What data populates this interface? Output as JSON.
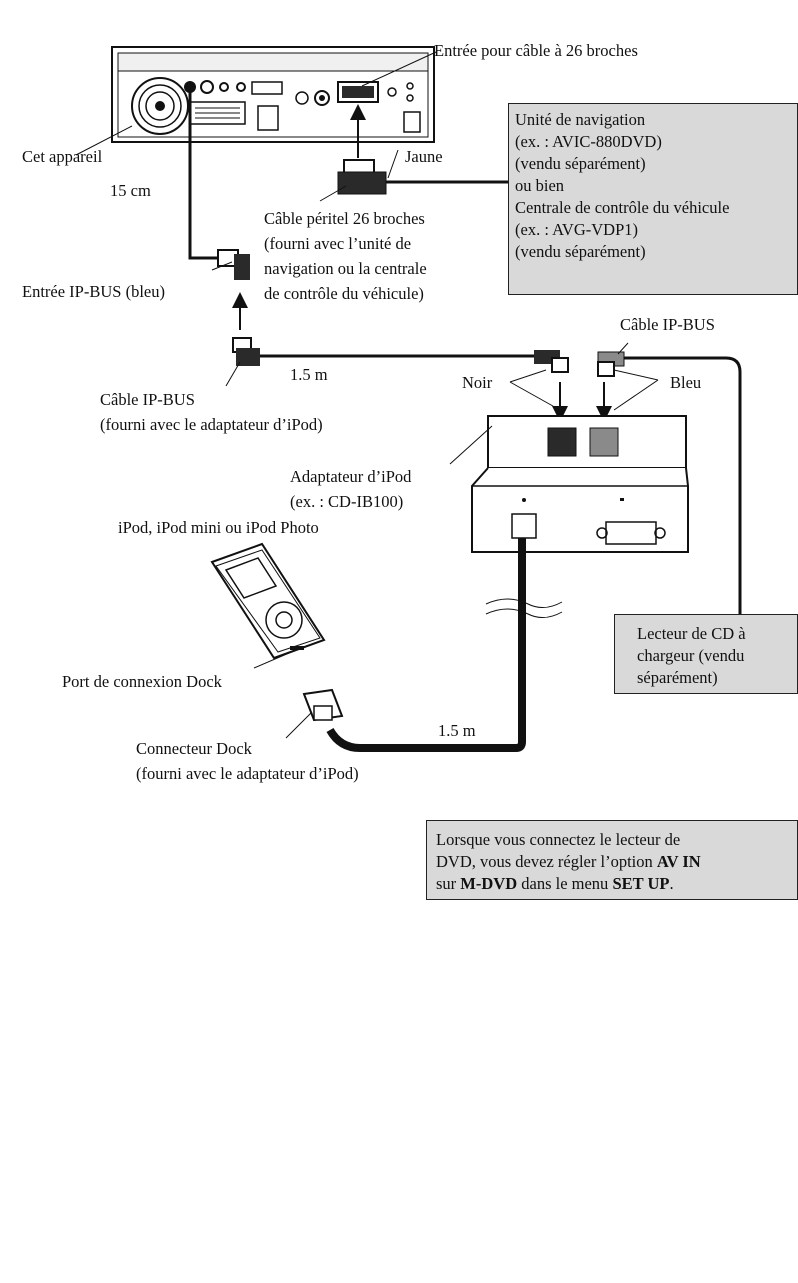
{
  "labels": {
    "entree_26": "Entrée pour câble à 26 broches",
    "cet_appareil": "Cet appareil",
    "jaune": "Jaune",
    "len_15cm": "15 cm",
    "cable_peritel": [
      "Câble péritel 26 broches",
      "(fourni avec l’unité de",
      "navigation ou la centrale",
      "de contrôle du véhicule)"
    ],
    "entree_ipbus": "Entrée IP-BUS (bleu)",
    "cable_ipbus_top": "Câble IP-BUS",
    "noir": "Noir",
    "bleu": "Bleu",
    "len_15m_a": "1.5 m",
    "cable_ipbus_left": [
      "Câble IP-BUS",
      "(fourni avec le adaptateur d’iPod)"
    ],
    "adaptateur": [
      "Adaptateur d’iPod",
      "(ex. : CD-IB100)"
    ],
    "ipod_models": "iPod, iPod mini ou iPod Photo",
    "port_dock": "Port de connexion Dock",
    "len_15m_b": "1.5 m",
    "connecteur_dock": [
      "Connecteur Dock",
      "(fourni avec le adaptateur d’iPod)"
    ]
  },
  "nav_box": {
    "lines": [
      "Unité de navigation",
      "(ex. : AVIC-880DVD)",
      "(vendu séparément)",
      "ou bien",
      "Centrale de contrôle du véhicule",
      "(ex. : AVG-VDP1)",
      "(vendu séparément)"
    ]
  },
  "cd_box": {
    "lines": [
      "Lecteur de CD à",
      "chargeur (vendu",
      "séparément)"
    ]
  },
  "note_box": {
    "line1": "Lorsque vous connectez le lecteur de",
    "line2_a": "DVD, vous devez régler l’option ",
    "line2_b": "AV IN",
    "line3_a": "sur ",
    "line3_b": "M-DVD",
    "line3_c": " dans le menu ",
    "line3_d": "SET UP",
    "line3_e": "."
  },
  "colors": {
    "box_fill": "#d9d9d9",
    "line": "#111111",
    "connector_dark": "#2a2a2a",
    "connector_light": "#8a8a8a"
  }
}
